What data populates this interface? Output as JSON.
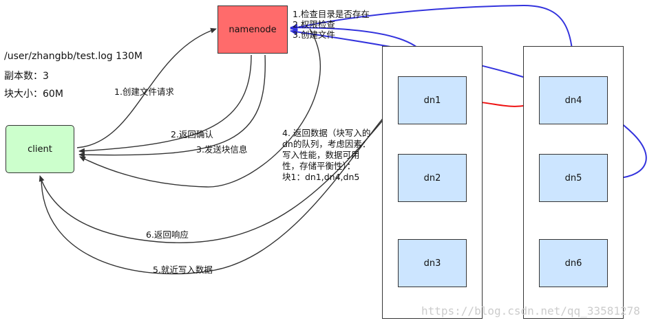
{
  "nodes": {
    "namenode": "namenode",
    "client": "client",
    "dn1": "dn1",
    "dn2": "dn2",
    "dn3": "dn3",
    "dn4": "dn4",
    "dn5": "dn5",
    "dn6": "dn6"
  },
  "file_info": {
    "path": "/user/zhangbb/test.log 130M",
    "replicas": "副本数：3",
    "block_size": "块大小：60M"
  },
  "namenode_checks": [
    "1.检查目录是否存在",
    "2.权限检查",
    "3.创建文件"
  ],
  "steps": {
    "create_request": "1.创建文件请求",
    "return_confirm": "2.返回确认",
    "send_block_info": "3.发送块信息",
    "return_data": [
      "4. 返回数据（块写入的",
      "dn的队列，考虑因素：",
      "写入性能，数据可用",
      "性，存储平衡性）：",
      "块1：dn1,dn4,dn5"
    ],
    "nearest_write": "5.就近写入数据",
    "return_response": "6.返回响应"
  },
  "watermark": "https://blog.csdn.net/qq_33581278",
  "colors": {
    "namenode_fill": "#ff6b6b",
    "client_fill": "#ccffcc",
    "datanode_fill": "#cce5ff",
    "blue_arrow": "#3333dd",
    "red_arrow": "#ee1111"
  }
}
